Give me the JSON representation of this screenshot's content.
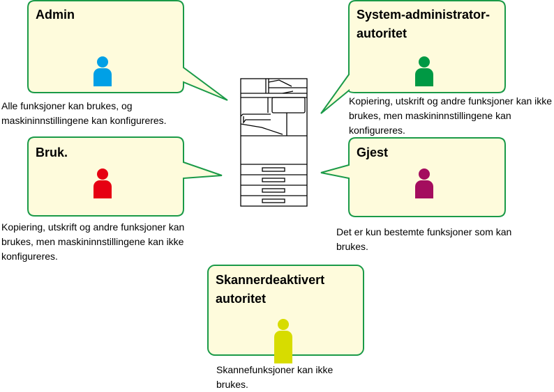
{
  "roles": [
    {
      "id": "admin",
      "title": "Admin",
      "description": "Alle funksjoner kan brukes, og maskininnstillingene kan konfigureres.",
      "color": "#00a0e6"
    },
    {
      "id": "system-admin",
      "title": "System-administrator-autoritet",
      "title_lines": [
        "System-administrator-",
        "autoritet"
      ],
      "description": "Kopiering, utskrift og andre funksjoner kan ikke brukes, men maskininnstillingene kan konfigureres.",
      "color": "#009944"
    },
    {
      "id": "user",
      "title": "Bruk.",
      "description": "Kopiering, utskrift og andre funksjoner kan brukes, men maskininnstillingene kan ikke konfigureres.",
      "color": "#e60012"
    },
    {
      "id": "guest",
      "title": "Gjest",
      "description": "Det er kun bestemte funksjoner som kan brukes.",
      "color": "#a40d5e"
    },
    {
      "id": "scanner-disabled",
      "title": "Skannerdeaktivert autoritet",
      "title_lines": [
        "Skannerdeaktivert",
        "autoritet"
      ],
      "description": "Skannefunksjoner kan ikke brukes.",
      "color": "#d7dc00"
    }
  ],
  "center_device": "multifunction-printer",
  "colors": {
    "box_fill": "#fefbdc",
    "box_stroke": "#1a9a48"
  }
}
